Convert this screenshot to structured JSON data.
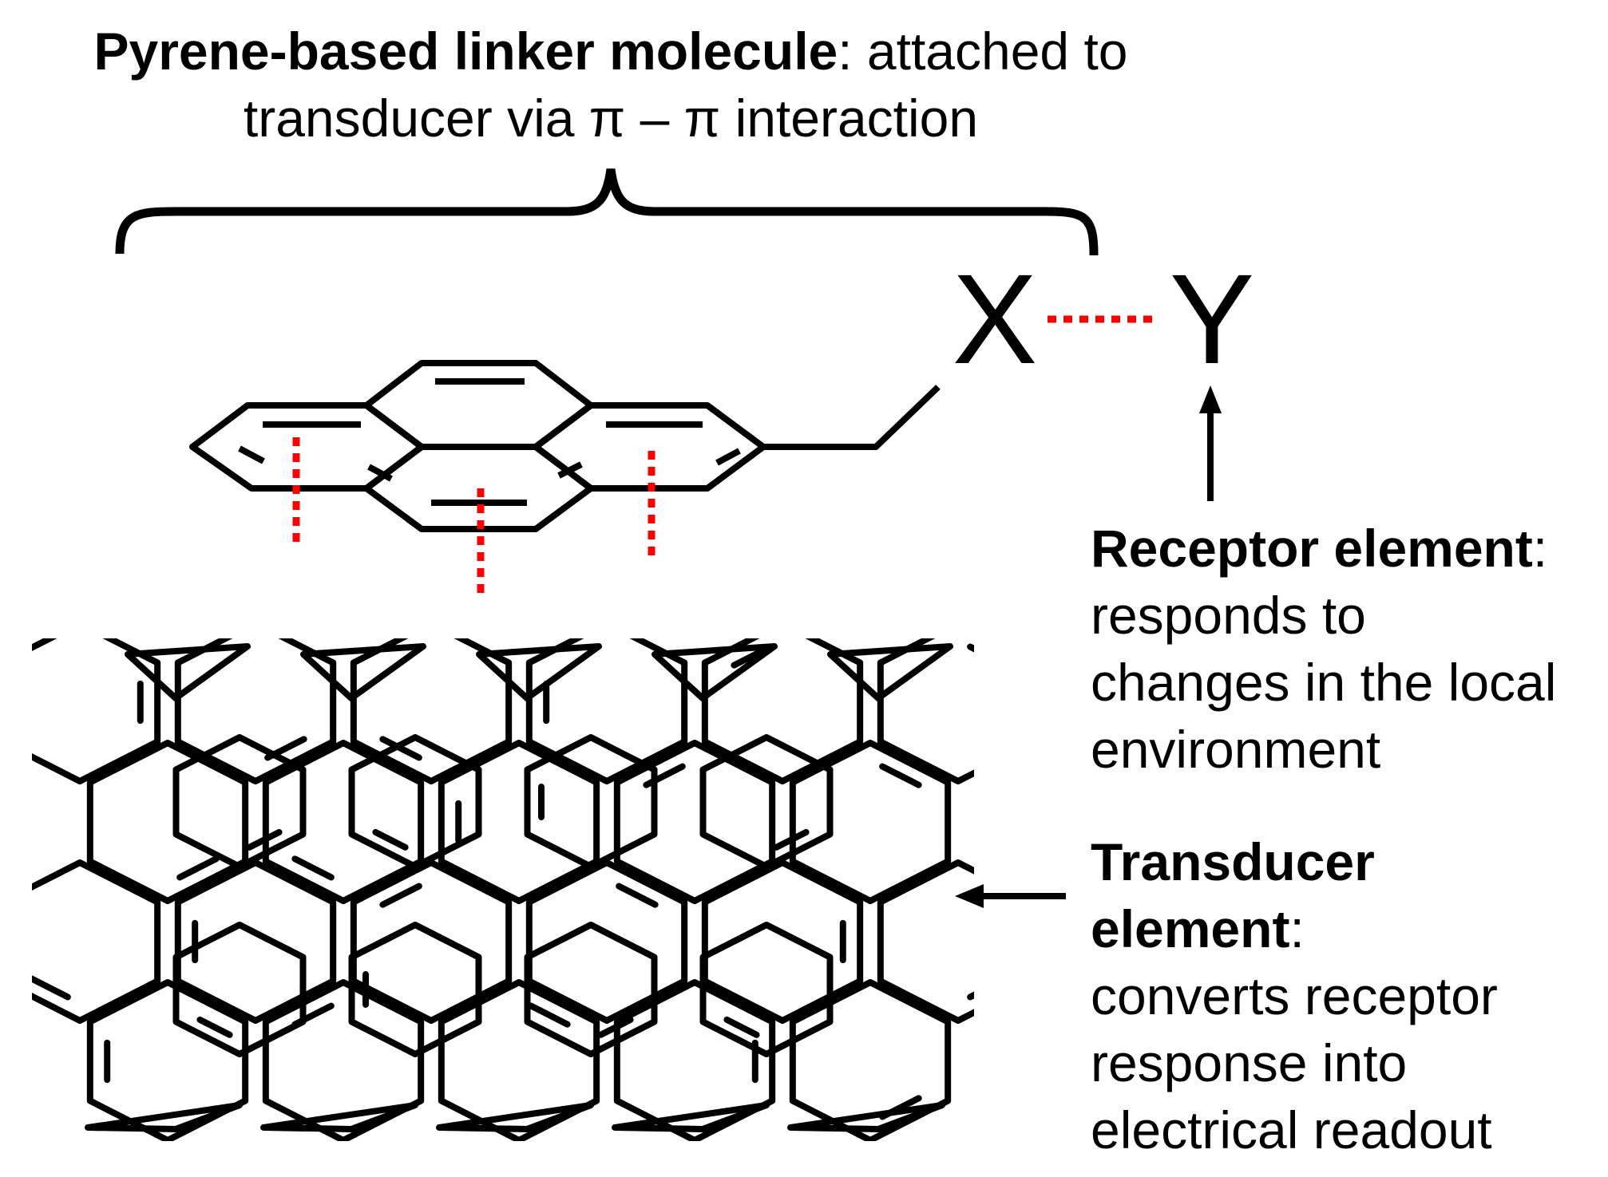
{
  "linker": {
    "title": "Pyrene-based linker molecule",
    "colon": ":",
    "line1_rest": " attached to",
    "line2": "transducer via π – π interaction"
  },
  "symbols": {
    "x": "X",
    "y": "Y"
  },
  "receptor": {
    "title": "Receptor element",
    "colon": ":",
    "line1": "responds to",
    "line2": "changes in the local",
    "line3": "environment"
  },
  "transducer": {
    "title_line1": "Transducer",
    "title_line2": "element",
    "colon": ":",
    "line1": "converts receptor",
    "line2": "response into",
    "line3": "electrical readout"
  },
  "colors": {
    "bond": "#000000",
    "interaction": "#ff0000"
  }
}
